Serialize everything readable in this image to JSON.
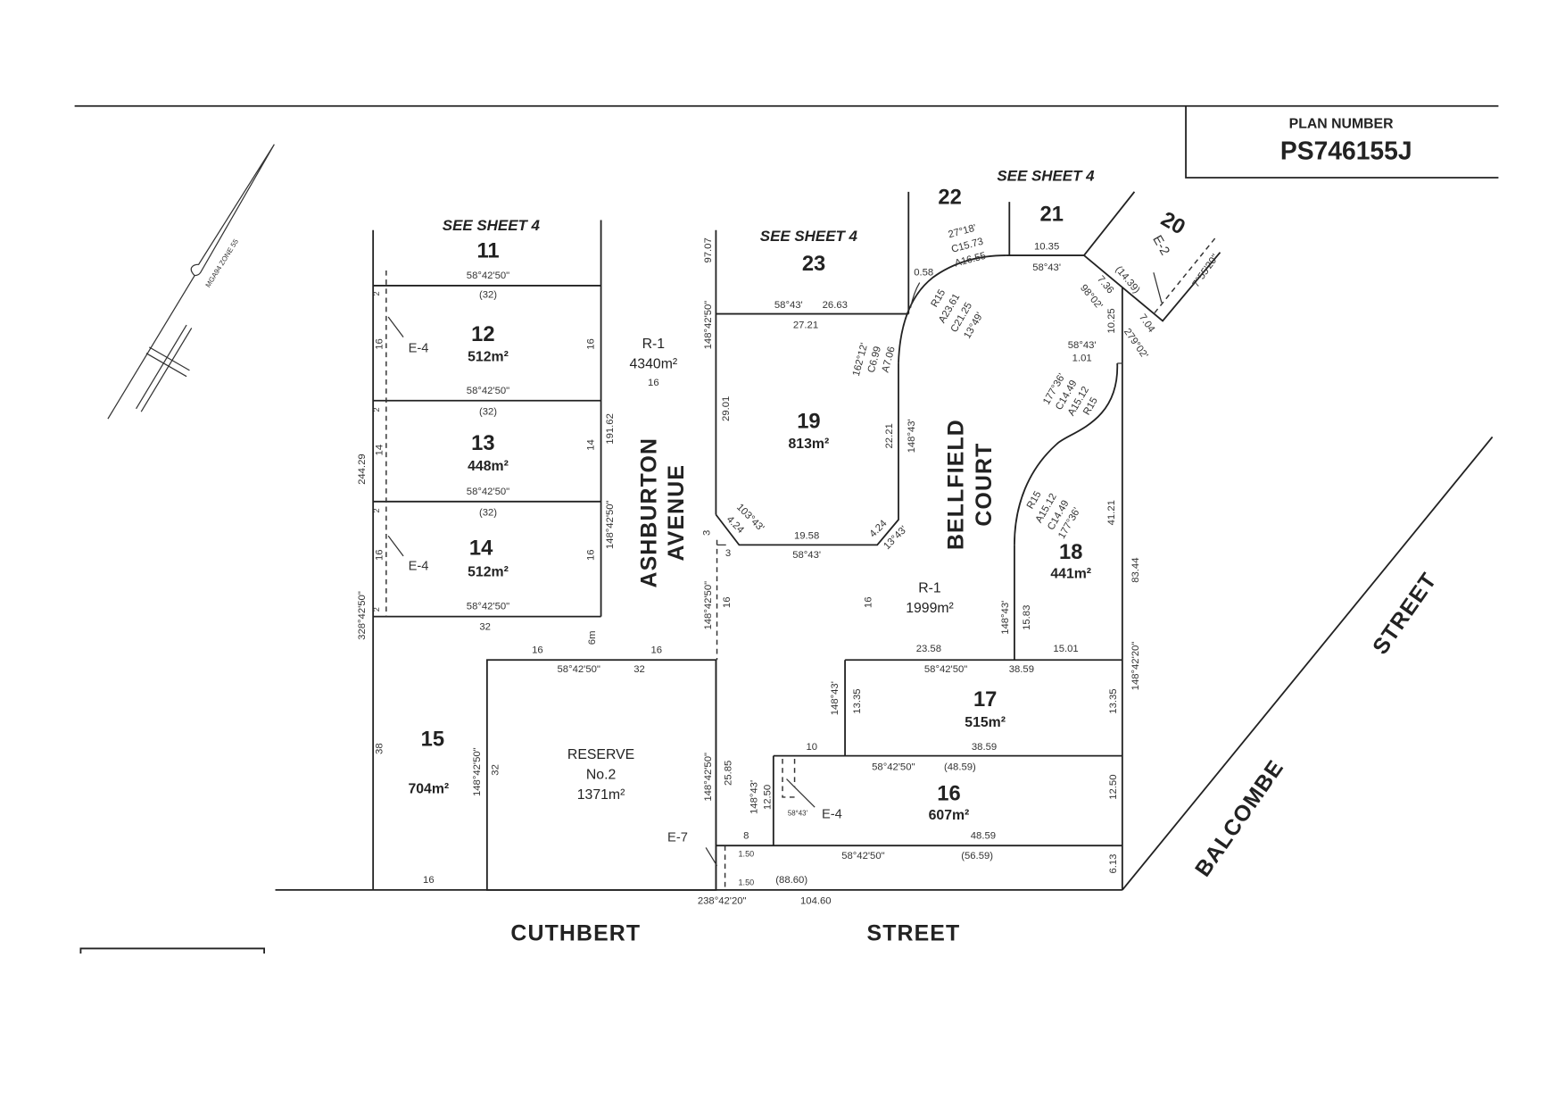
{
  "header": {
    "plan_number_label": "PLAN NUMBER",
    "plan_number": "PS746155J"
  },
  "north_arrow": {
    "label": "MGA94 ZONE 55"
  },
  "see_sheet": [
    "SEE SHEET 4",
    "SEE SHEET 4",
    "SEE SHEET 4"
  ],
  "lots": {
    "l11": {
      "number": "11"
    },
    "l12": {
      "number": "12",
      "area": "512m²"
    },
    "l13": {
      "number": "13",
      "area": "448m²"
    },
    "l14": {
      "number": "14",
      "area": "512m²"
    },
    "l15": {
      "number": "15",
      "area": "704m²"
    },
    "l16": {
      "number": "16",
      "area": "607m²"
    },
    "l17": {
      "number": "17",
      "area": "515m²"
    },
    "l18": {
      "number": "18",
      "area": "441m²"
    },
    "l19": {
      "number": "19",
      "area": "813m²"
    },
    "l20": {
      "number": "20"
    },
    "l21": {
      "number": "21"
    },
    "l22": {
      "number": "22"
    },
    "l23": {
      "number": "23"
    }
  },
  "reserve": {
    "title": "RESERVE",
    "number": "No.2",
    "area": "1371m²"
  },
  "roads": {
    "r1a": {
      "name": "R-1",
      "area": "4340m²",
      "width": "16"
    },
    "r1b": {
      "name": "R-1",
      "area": "1999m²",
      "width": "16"
    }
  },
  "streets": {
    "ashburton_1": "ASHBURTON",
    "ashburton_2": "AVENUE",
    "bellfield_1": "BELLFIELD",
    "bellfield_2": "COURT",
    "cuthbert_1": "CUTHBERT",
    "cuthbert_2": "STREET",
    "balcombe_1": "BALCOMBE",
    "balcombe_2": "STREET"
  },
  "dimensions": [
    "58°42'50\"",
    "(32)",
    "2",
    "16",
    "E-4",
    "16",
    "58°42'50\"",
    "(32)",
    "2",
    "14",
    "14",
    "58°42'50\"",
    "(32)",
    "2",
    "16",
    "E-4",
    "16",
    "2",
    "58°42'50\"",
    "32",
    "191.62",
    "148°42'50\"",
    "244.29",
    "328°42'50\"",
    "16",
    "6m",
    "16",
    "58°42'50\"",
    "32",
    "38",
    "148°42'50\"",
    "32",
    "16",
    "97.07",
    "148°42'50\"",
    "3",
    "3",
    "148°42'50\"",
    "16",
    "148°42'50\"",
    "25.85",
    "E-7",
    "1.50",
    "1.50",
    "(88.60)",
    "238°42'20\"",
    "104.60",
    "58°43'",
    "26.63",
    "27.21",
    "29.01",
    "22.21",
    "148°43'",
    "162°12'",
    "C6.99",
    "A7.06",
    "103°43'",
    "4.24",
    "19.58",
    "58°43'",
    "4.24",
    "13°43'",
    "0.58",
    "27°18'",
    "C15.73",
    "A16.55",
    "R15",
    "A23.61",
    "C21.25",
    "13°49'",
    "10.35",
    "58°43'",
    "7.36",
    "98°02'",
    "(14.39)",
    "10.25",
    "7.04",
    "279°02'",
    "E-2",
    "7°55'20\"",
    "58°43'",
    "1.01",
    "177°36'",
    "C14.49",
    "A15.12",
    "R15",
    "R15",
    "A15.12",
    "C14.49",
    "177°36'",
    "41.21",
    "83.44",
    "148°42'20\"",
    "148°43'",
    "15.83",
    "23.58",
    "15.01",
    "58°42'50\"",
    "38.59",
    "148°43'",
    "13.35",
    "13.35",
    "38.59",
    "10",
    "58°42'50\"",
    "(48.59)",
    "12.50",
    "48.59",
    "148°43'",
    "12.50",
    "8",
    "E-4",
    "58°43'",
    "58°42'50\"",
    "(56.59)",
    "6.13"
  ]
}
